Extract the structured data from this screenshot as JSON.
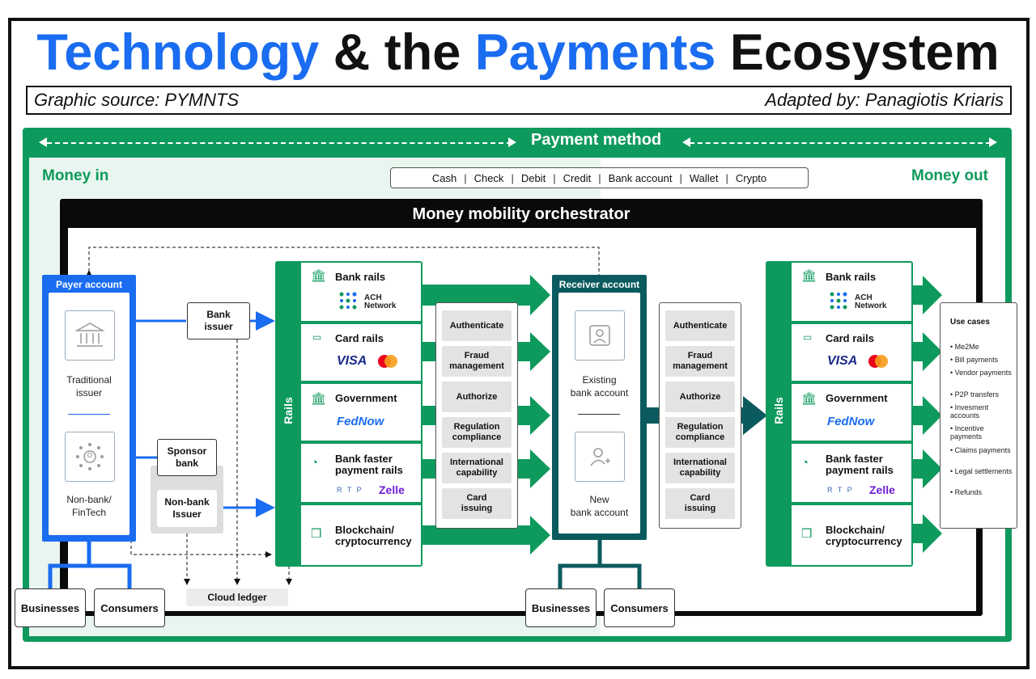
{
  "title": {
    "part1": "Technology",
    "part2": " & the ",
    "part3": "Payments",
    "part4": " Ecosystem"
  },
  "credits": {
    "source": "Graphic source: PYMNTS",
    "adapted": "Adapted by: Panagiotis Kriaris"
  },
  "payment_method": {
    "label": "Payment method",
    "money_in": "Money in",
    "money_out": "Money out",
    "methods": [
      "Cash",
      "Check",
      "Debit",
      "Credit",
      "Bank account",
      "Wallet",
      "Crypto"
    ]
  },
  "orchestrator": {
    "title": "Money mobility orchestrator"
  },
  "payer": {
    "title": "Payer account",
    "traditional": "Traditional\nissuer",
    "nonbank": "Non-bank/\nFinTech"
  },
  "intermediaries": {
    "bank_issuer": "Bank\nissuer",
    "sponsor_bank": "Sponsor\nbank",
    "nonbank_issuer": "Non-bank\nIssuer",
    "cloud_ledger": "Cloud ledger"
  },
  "rails": {
    "label": "Rails",
    "items": [
      {
        "name": "Bank rails",
        "logo": "ACH\nNetwork"
      },
      {
        "name": "Card rails",
        "logo": "VISA"
      },
      {
        "name": "Government",
        "logo": "FedNow"
      },
      {
        "name": "Bank faster\npayment rails",
        "logo": "R T P",
        "logo2": "Zelle"
      },
      {
        "name": "Blockchain/\ncryptocurrency",
        "logo": ""
      }
    ]
  },
  "functions": [
    "Authenticate",
    "Fraud\nmanagement",
    "Authorize",
    "Regulation\ncompliance",
    "International\ncapability",
    "Card\nissuing"
  ],
  "receiver": {
    "title": "Receiver account",
    "existing": "Existing\nbank account",
    "new": "New\nbank account"
  },
  "entities": {
    "businesses": "Businesses",
    "consumers": "Consumers"
  },
  "use_cases": {
    "title": "Use cases",
    "items": [
      "Me2Me",
      "Bill payments",
      "Vendor payments",
      "P2P transfers",
      "Invesment accounts",
      "Incentive payments",
      "Claims payments",
      "Legal settlements",
      "Refunds"
    ]
  },
  "colors": {
    "blue": "#1a6cf0",
    "green": "#0e9a5d",
    "teal": "#0b5b5e",
    "black": "#0a0a0a"
  },
  "icons": [
    "bank-icon",
    "card-icon",
    "government-icon",
    "speedometer-icon",
    "blocks-icon",
    "user-icon",
    "user-plus-icon",
    "network-icon"
  ]
}
